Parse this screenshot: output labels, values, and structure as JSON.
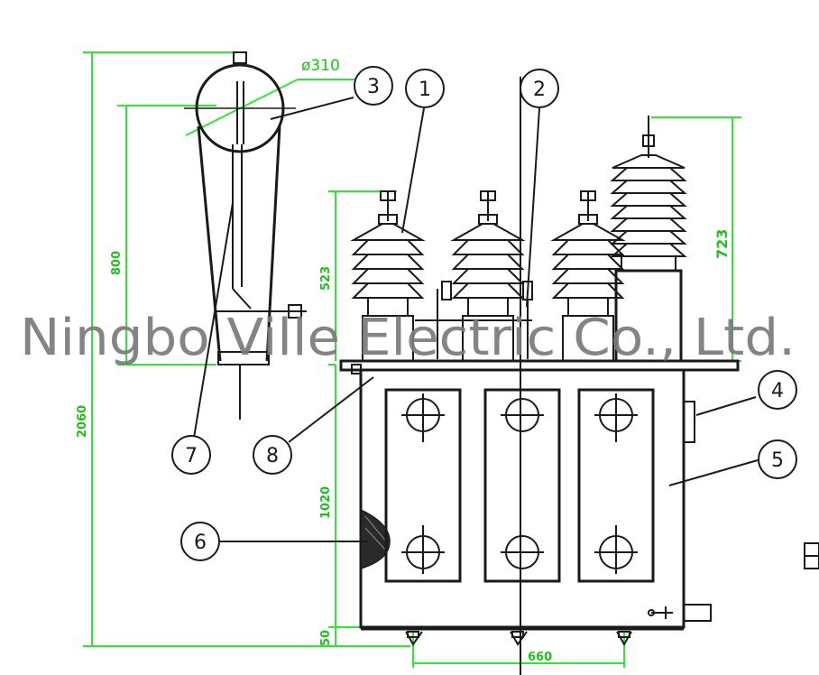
{
  "dimensions": {
    "diameter": "ø310",
    "total_height": "2060",
    "left_height": "800",
    "bushing_height": "523",
    "right_bushing_height": "723",
    "tank_height": "1020",
    "base_height": "50",
    "wheel_gauge": "660"
  },
  "callouts": [
    "1",
    "2",
    "3",
    "4",
    "5",
    "6",
    "7",
    "8"
  ],
  "watermark": "Ningbo Ville Electric Co., Ltd.",
  "colors": {
    "line": "#1a1a1a",
    "dimension": "#33e533",
    "watermark": "#7a7a7a"
  }
}
